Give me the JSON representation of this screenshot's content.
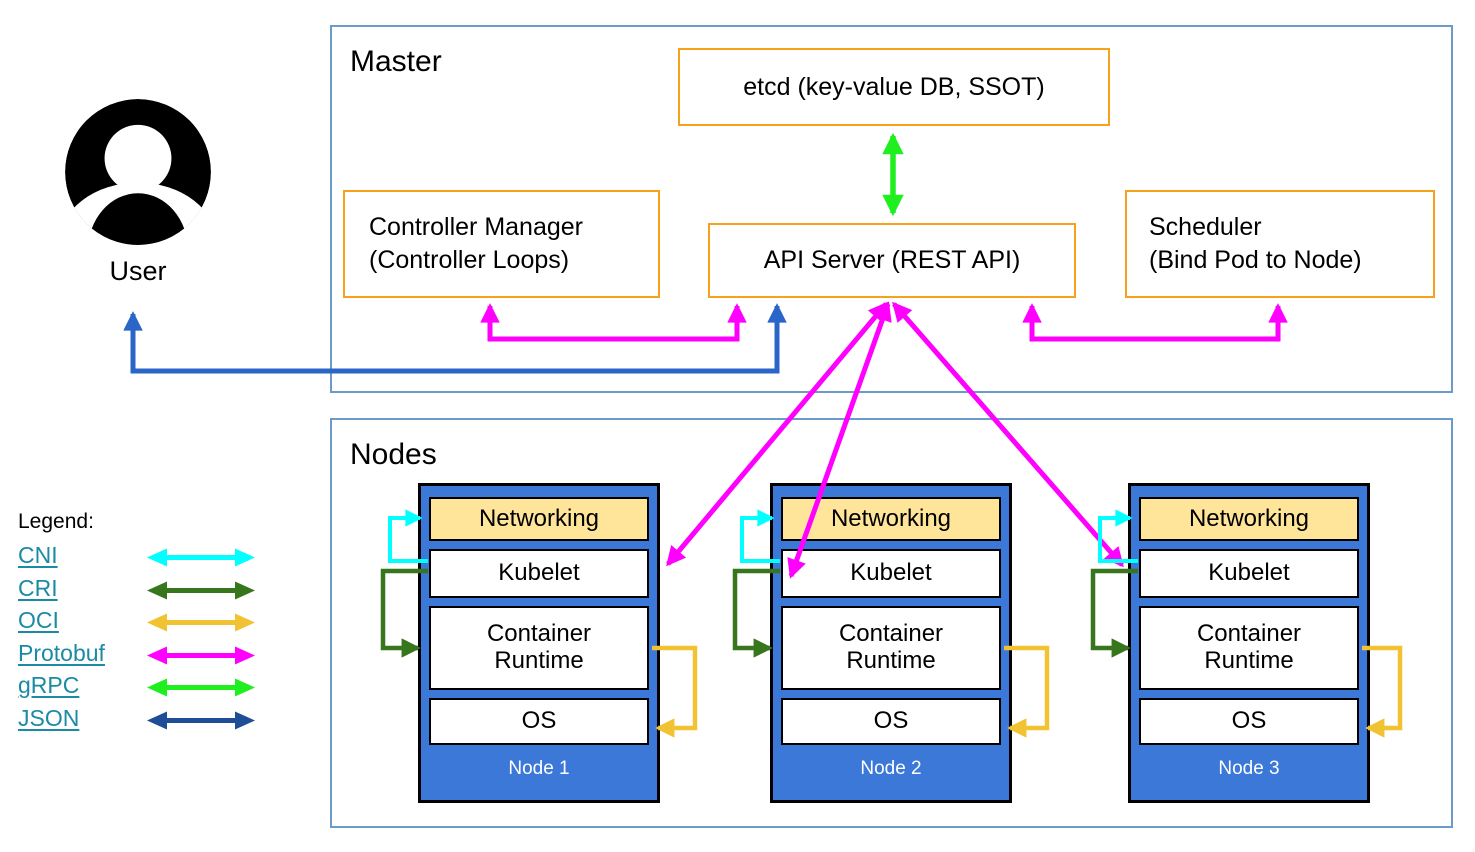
{
  "user": {
    "label": "User"
  },
  "master": {
    "title": "Master",
    "etcd_label": "etcd (key-value DB, SSOT)",
    "controller_manager_line1": "Controller Manager",
    "controller_manager_line2": "(Controller Loops)",
    "api_server_label": "API Server (REST API)",
    "scheduler_line1": "Scheduler",
    "scheduler_line2": "(Bind Pod to Node)"
  },
  "nodes_section": {
    "title": "Nodes",
    "nodes": [
      {
        "name": "Node 1",
        "layers": [
          "Networking",
          "Kubelet",
          "Container Runtime",
          "OS"
        ]
      },
      {
        "name": "Node 2",
        "layers": [
          "Networking",
          "Kubelet",
          "Container Runtime",
          "OS"
        ]
      },
      {
        "name": "Node 3",
        "layers": [
          "Networking",
          "Kubelet",
          "Container Runtime",
          "OS"
        ]
      }
    ]
  },
  "legend": {
    "title": "Legend:",
    "items": [
      {
        "label": "CNI",
        "color": "#00ffff"
      },
      {
        "label": "CRI",
        "color": "#38761d"
      },
      {
        "label": "OCI",
        "color": "#f1c232"
      },
      {
        "label": "Protobuf",
        "color": "#ff00ff"
      },
      {
        "label": "gRPC",
        "color": "#1fef1f"
      },
      {
        "label": "JSON",
        "color": "#1f4e96"
      }
    ]
  },
  "edges": [
    {
      "from": "User",
      "to": "API Server (REST API)",
      "color": "#2a65c8",
      "bidirectional": true
    },
    {
      "from": "etcd (key-value DB, SSOT)",
      "to": "API Server (REST API)",
      "color": "#1fef1f",
      "bidirectional": true
    },
    {
      "from": "Controller Manager (Controller Loops)",
      "to": "API Server (REST API)",
      "color": "#ff00ff",
      "bidirectional": true
    },
    {
      "from": "Scheduler (Bind Pod to Node)",
      "to": "API Server (REST API)",
      "color": "#ff00ff",
      "bidirectional": true
    },
    {
      "from": "API Server (REST API)",
      "to": "Node 1 Kubelet",
      "color": "#ff00ff",
      "bidirectional": true
    },
    {
      "from": "API Server (REST API)",
      "to": "Node 2 Kubelet",
      "color": "#ff00ff",
      "bidirectional": true
    },
    {
      "from": "API Server (REST API)",
      "to": "Node 3 Kubelet",
      "color": "#ff00ff",
      "bidirectional": true
    },
    {
      "from": "Kubelet",
      "to": "Networking",
      "color": "#00ffff",
      "in_each_node": true
    },
    {
      "from": "Kubelet",
      "to": "Container Runtime",
      "color": "#38761d",
      "in_each_node": true
    },
    {
      "from": "Container Runtime",
      "to": "OS",
      "color": "#f1c232",
      "in_each_node": true
    }
  ],
  "colors": {
    "component_border": "#f6a21d",
    "group_border": "#6d9bc9",
    "node_fill": "#3c78d8",
    "networking_fill": "#ffe599",
    "legend_link": "#1b8ba3",
    "user_arrow_blue": "#2a65c8"
  }
}
